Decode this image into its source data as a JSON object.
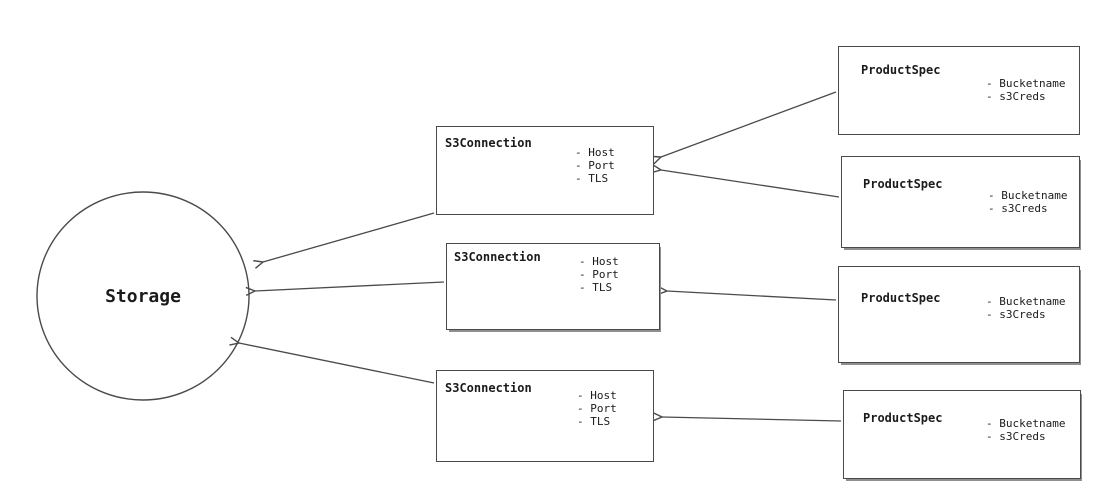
{
  "diagram": {
    "colors": {
      "stroke": "#4a4a4a",
      "background": "#ffffff",
      "text": "#1b1b1b"
    },
    "storage": {
      "label": "Storage"
    },
    "s3_connections": [
      {
        "label": "S3Connection",
        "attributes": [
          "- Host",
          "- Port",
          "- TLS"
        ]
      },
      {
        "label": "S3Connection",
        "attributes": [
          "- Host",
          "- Port",
          "- TLS"
        ]
      },
      {
        "label": "S3Connection",
        "attributes": [
          "- Host",
          "- Port",
          "- TLS"
        ]
      }
    ],
    "product_specs": [
      {
        "label": "ProductSpec",
        "attributes": [
          "- Bucketname",
          "- s3Creds"
        ]
      },
      {
        "label": "ProductSpec",
        "attributes": [
          "- Bucketname",
          "- s3Creds"
        ]
      },
      {
        "label": "ProductSpec",
        "attributes": [
          "- Bucketname",
          "- s3Creds"
        ]
      },
      {
        "label": "ProductSpec",
        "attributes": [
          "- Bucketname",
          "- s3Creds"
        ]
      }
    ],
    "connections": [
      {
        "from": "ProductSpec-1",
        "to": "S3Connection-1"
      },
      {
        "from": "ProductSpec-2",
        "to": "S3Connection-1"
      },
      {
        "from": "ProductSpec-3",
        "to": "S3Connection-2"
      },
      {
        "from": "ProductSpec-4",
        "to": "S3Connection-3"
      },
      {
        "from": "S3Connection-1",
        "to": "Storage"
      },
      {
        "from": "S3Connection-2",
        "to": "Storage"
      },
      {
        "from": "S3Connection-3",
        "to": "Storage"
      }
    ]
  }
}
